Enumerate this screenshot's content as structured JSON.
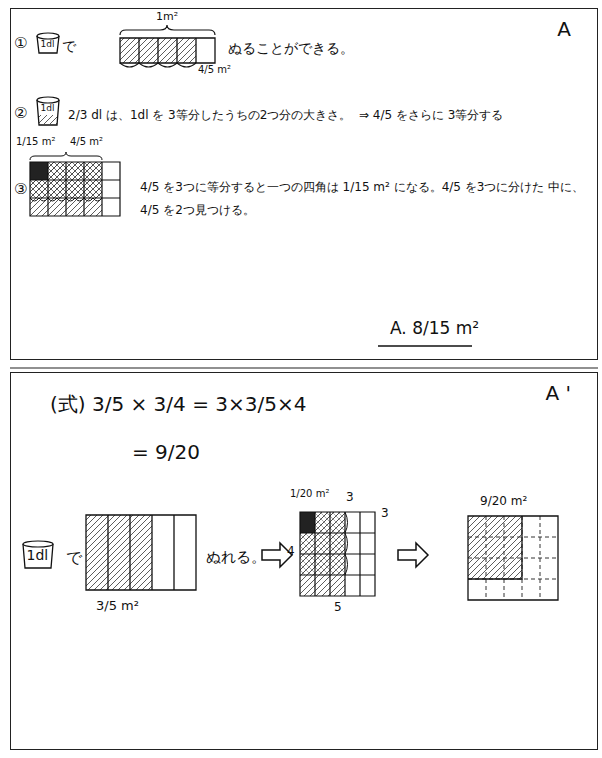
{
  "diagram": {
    "nodes": [
      {
        "text": [
          "A"
        ]
      },
      {
        "text": [
          "1dl"
        ],
        "in": 0
      },
      {
        "text": [
          "1dl"
        ],
        "in": 0
      },
      {
        "text": [
          "A '"
        ]
      },
      {
        "text": [
          "1dl"
        ],
        "in": 3
      }
    ],
    "labels": [
      "①",
      "で",
      "1m²",
      "4/5 m²",
      "ぬることができる。",
      "②",
      "2/3 dl は、1dl を 3等分したうちの2つ分の大きさ。",
      "⇒ 4/5 をさらに 3等分する",
      "③",
      "1/15 m²",
      "4/5 m²",
      "4/5 を3つに等分すると一つの四角は 1/15 m² になる。4/5 を3つに分けた 中に、4/5 を2つ見つける。",
      "A. 8/15 m²",
      "(式) 3/5 × 3/4 = 3×3/5×4",
      "= 9/20",
      "で",
      "ぬれる。",
      "3/5 m²",
      "1/20 m²",
      "3",
      "3",
      "4",
      "5",
      "9/20 m²"
    ]
  }
}
